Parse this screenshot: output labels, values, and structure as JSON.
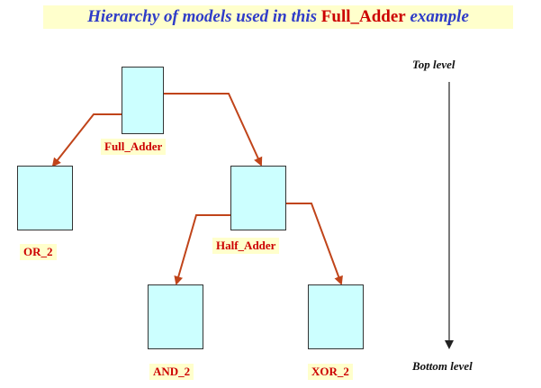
{
  "title": {
    "part1": "Hierarchy of models used in this ",
    "part2": "Full_Adder",
    "part3": " example"
  },
  "nodes": {
    "full_adder": "Full_Adder",
    "half_adder": "Half_Adder",
    "or_2": "OR_2",
    "and_2": "AND_2",
    "xor_2": "XOR_2"
  },
  "levels": {
    "top": "Top level",
    "bottom": "Bottom level"
  },
  "colors": {
    "box_fill": "#ccffff",
    "label_bg": "#ffffcc",
    "label_text": "#cc0000",
    "title_text": "#2f3cc8",
    "arrow": "#c0441a"
  }
}
